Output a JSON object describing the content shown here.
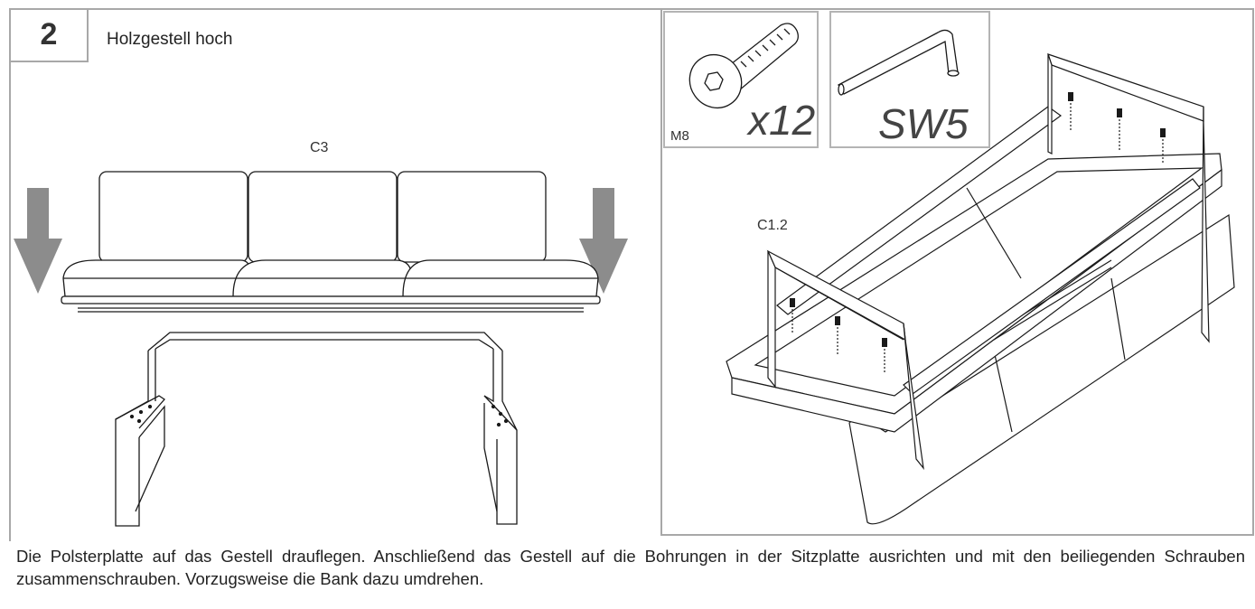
{
  "step": {
    "number": "2",
    "title": "Holzgestell hoch"
  },
  "left_panel": {
    "part_label": "C3"
  },
  "right_panel": {
    "part_label": "C1.2",
    "screw": {
      "size": "M8",
      "quantity": "x12"
    },
    "wrench": {
      "label": "SW5"
    }
  },
  "description": "Die Polsterplatte auf das Gestell drauflegen. Anschließend das Gestell auf die Bohrungen in der Sitzplatte ausrichten und mit den beiliegenden Schrauben zusammenschrauben. Vorzugsweise die Bank dazu umdrehen.",
  "colors": {
    "border": "#a8a8a8",
    "arrow": "#8c8c8c",
    "line": "#1a1a1a"
  }
}
